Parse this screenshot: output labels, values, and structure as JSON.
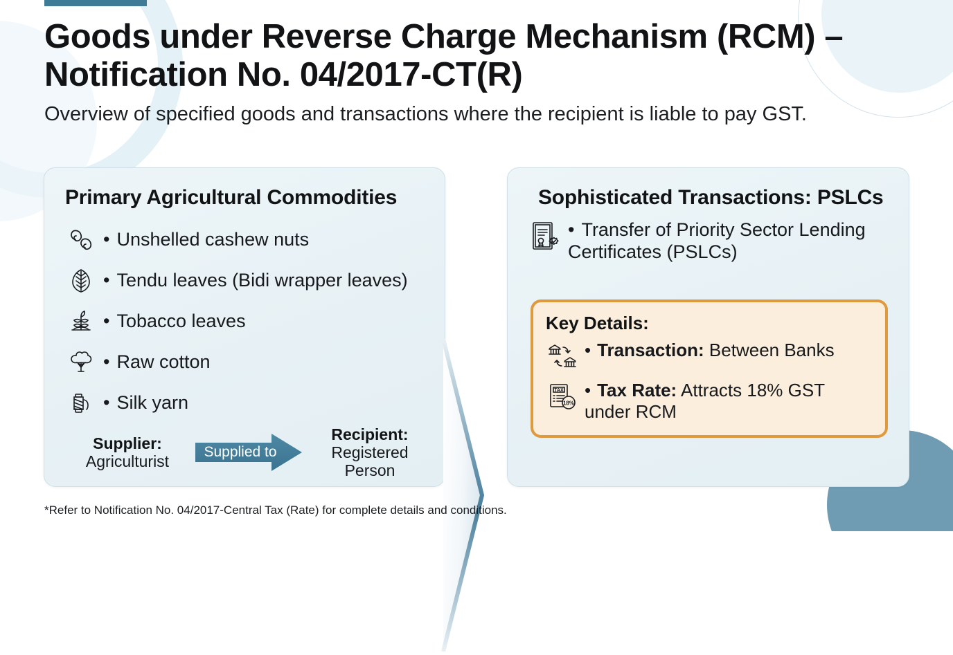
{
  "header": {
    "title": "Goods under Reverse Charge Mechanism (RCM) –\nNotification No. 04/2017-CT(R)",
    "subtitle": "Overview of specified goods and transactions where the recipient is liable to pay GST."
  },
  "accent_color": "#3d7b96",
  "left_card": {
    "title": "Primary Agricultural Commodities",
    "items": [
      {
        "label": "Unshelled cashew nuts",
        "icon": "cashew-nuts-icon"
      },
      {
        "label": "Tendu leaves (Bidi wrapper leaves)",
        "icon": "tendu-leaves-icon"
      },
      {
        "label": "Tobacco leaves",
        "icon": "tobacco-plant-icon"
      },
      {
        "label": "Raw cotton",
        "icon": "cotton-boll-icon"
      },
      {
        "label": "Silk yarn",
        "icon": "silk-yarn-spool-icon"
      }
    ],
    "flow": {
      "supplier_role": "Supplier:",
      "supplier_who": "Agriculturist",
      "arrow_label": "Supplied to",
      "arrow_color": "#3d7b96",
      "recipient_role": "Recipient:",
      "recipient_who": "Registered Person"
    }
  },
  "right_card": {
    "title": "Sophisticated Transactions: PSLCs",
    "pslc_item": {
      "label": "Transfer of Priority Sector Lending Certificates (PSLCs)",
      "icon": "certificate-seal-icon"
    },
    "key_details": {
      "title": "Key Details:",
      "border_color": "#e09a3e",
      "background_color": "#fbeedc",
      "rows": [
        {
          "icon": "bank-transfer-icon",
          "strong": "Transaction:",
          "rest": " Between Banks"
        },
        {
          "icon": "tax-18-percent-icon",
          "strong": "Tax Rate:",
          "rest": " Attracts 18% GST under RCM"
        }
      ]
    }
  },
  "footnote": "*Refer to Notification No. 04/2017-Central Tax (Rate) for complete details and conditions."
}
